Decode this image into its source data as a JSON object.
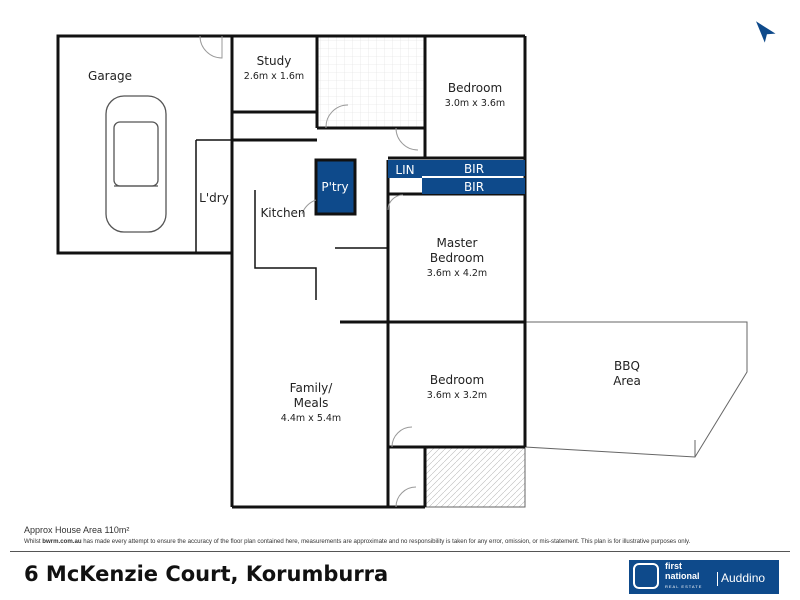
{
  "plan": {
    "rooms": {
      "garage": {
        "name": "Garage"
      },
      "study": {
        "name": "Study",
        "size": "2.6m x 1.6m"
      },
      "bedroom1": {
        "name": "Bedroom",
        "size": "3.0m x 3.6m"
      },
      "laundry": {
        "name": "L'dry"
      },
      "kitchen": {
        "name": "Kitchen"
      },
      "pantry": {
        "name": "P'try"
      },
      "linen": {
        "name": "LIN"
      },
      "bir1": {
        "name": "BIR"
      },
      "bir2": {
        "name": "BIR"
      },
      "master": {
        "name_line1": "Master",
        "name_line2": "Bedroom",
        "size": "3.6m x 4.2m"
      },
      "family": {
        "name_line1": "Family/",
        "name_line2": "Meals",
        "size": "4.4m x 5.4m"
      },
      "bedroom2": {
        "name": "Bedroom",
        "size": "3.6m x 3.2m"
      },
      "bbq": {
        "name_line1": "BBQ",
        "name_line2": "Area"
      }
    },
    "accent_color": "#0e4a8b",
    "compass_icon": "north-arrow"
  },
  "footer": {
    "area": "Approx House Area 110m²",
    "disclaimer_prefix": "Whilst ",
    "disclaimer_site": "bwrm.com.au",
    "disclaimer_rest": " has made every attempt to ensure the accuracy of the floor plan contained here, measurements are approximate and no responsibility is taken for any error, omission, or mis-statement. This plan is for illustrative purposes only.",
    "address": "6 McKenzie Court, Korumburra",
    "logo": {
      "line1": "first",
      "line2": "national",
      "line3": "REAL ESTATE",
      "office": "Auddino"
    }
  }
}
